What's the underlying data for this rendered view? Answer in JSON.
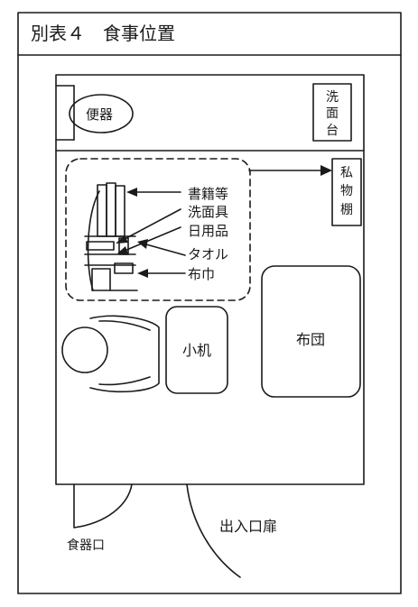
{
  "title": "別表４　食事位置",
  "labels": {
    "toilet": "便器",
    "sink": "洗面台",
    "locker": "私物棚",
    "shelf_items": [
      "書籍等",
      "洗面具",
      "日用品",
      "タオル",
      "布巾"
    ],
    "desk": "小机",
    "futon": "布団",
    "food_port": "食器口",
    "door": "出入口扉"
  }
}
